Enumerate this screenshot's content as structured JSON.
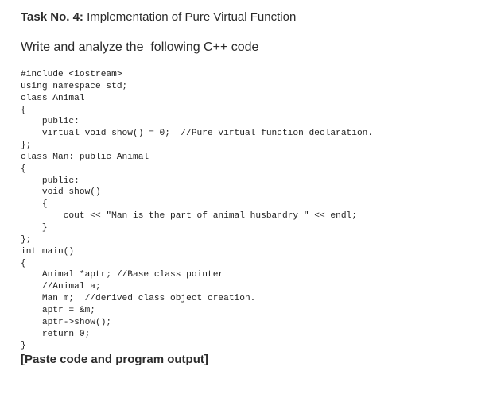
{
  "task": {
    "label": "Task No. 4:",
    "title": " Implementation of Pure Virtual Function"
  },
  "instruction": "Write and analyze the  following C++ code",
  "code": {
    "lines": [
      "#include <iostream>",
      "using namespace std;",
      "class Animal",
      "{",
      "    public:",
      "    virtual void show() = 0;  //Pure virtual function declaration.",
      "};",
      "class Man: public Animal",
      "{",
      "    public:",
      "    void show()",
      "    {",
      "        cout << \"Man is the part of animal husbandry \" << endl;",
      "    }",
      "};",
      "int main()",
      "{",
      "    Animal *aptr; //Base class pointer",
      "    //Animal a;",
      "    Man m;  //derived class object creation.",
      "    aptr = &m;",
      "    aptr->show();",
      "    return 0;",
      "}"
    ]
  },
  "paste_note": "[Paste code and program output]"
}
